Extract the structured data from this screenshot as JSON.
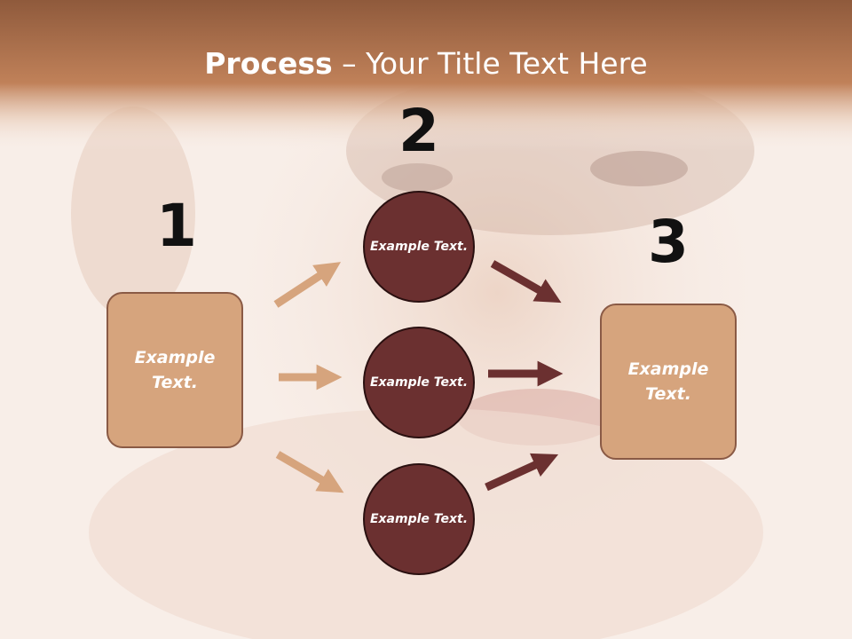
{
  "title": {
    "bold": "Process",
    "rest": " – Your Title Text Here"
  },
  "numbers": {
    "n1": "1",
    "n2": "2",
    "n3": "3"
  },
  "left_box": {
    "text": "Example Text."
  },
  "right_box": {
    "text": "Example Text."
  },
  "circles": [
    {
      "text": "Example Text."
    },
    {
      "text": "Example Text."
    },
    {
      "text": "Example Text."
    }
  ],
  "colors": {
    "banner": "#b97d58",
    "box_fill": "#d6a47d",
    "circle_fill": "#6b3030",
    "arrow_light": "#d6a47d",
    "arrow_dark": "#6b3030"
  }
}
